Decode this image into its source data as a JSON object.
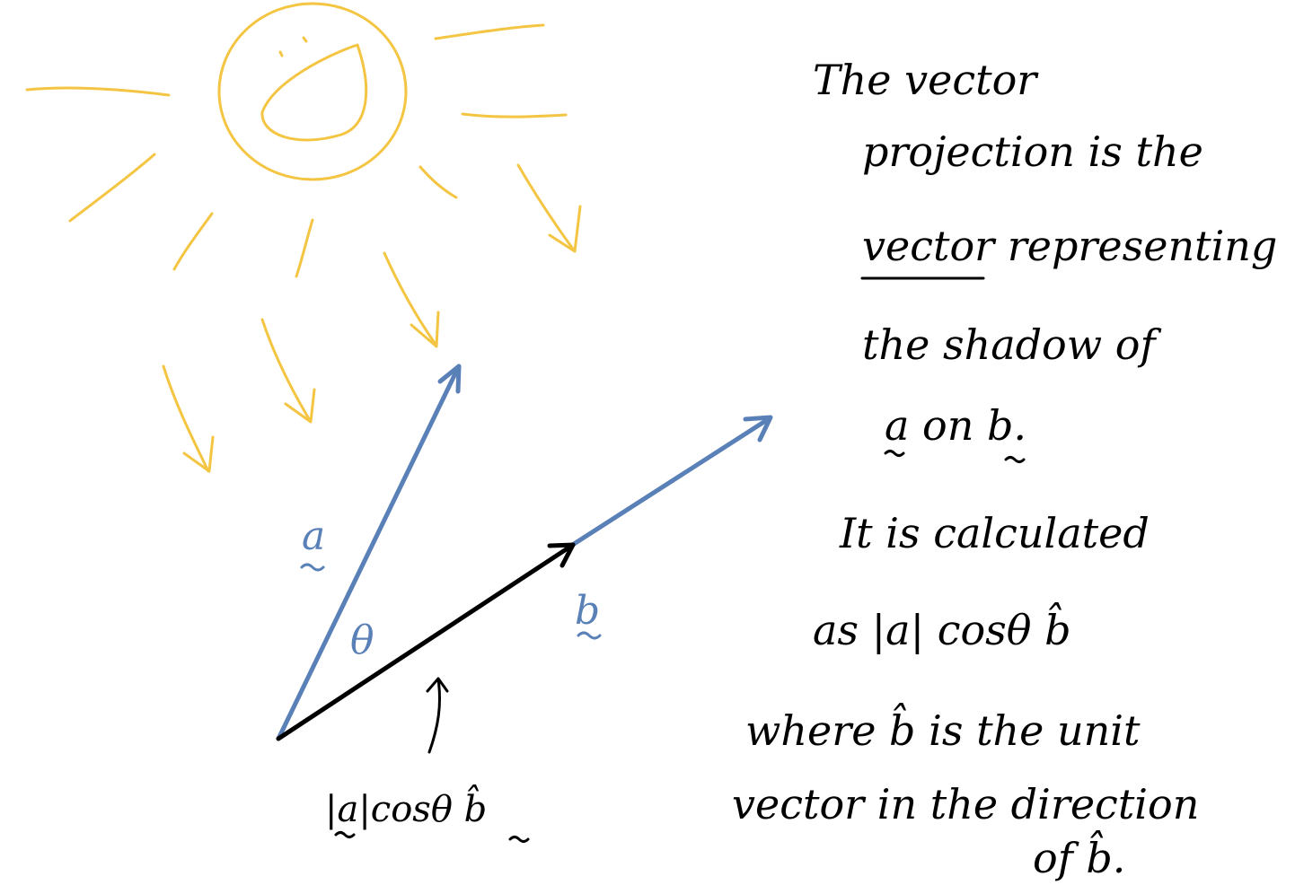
{
  "colors": {
    "sun": "#f4c542",
    "vector_blue": "#5a80b8",
    "projection_black": "#000000",
    "text": "#000000"
  },
  "labels": {
    "vector_a": "a",
    "vector_b": "b",
    "angle": "θ",
    "projection_formula": "|a|cosθ b̂"
  },
  "note": {
    "lines": [
      "The vector",
      "projection is the",
      "vector representing",
      "the shadow of",
      "a on b.",
      "It is calculated",
      "as |a| cosθ b̂",
      "where b̂ is the unit",
      "vector in the direction",
      "of b̂."
    ]
  }
}
